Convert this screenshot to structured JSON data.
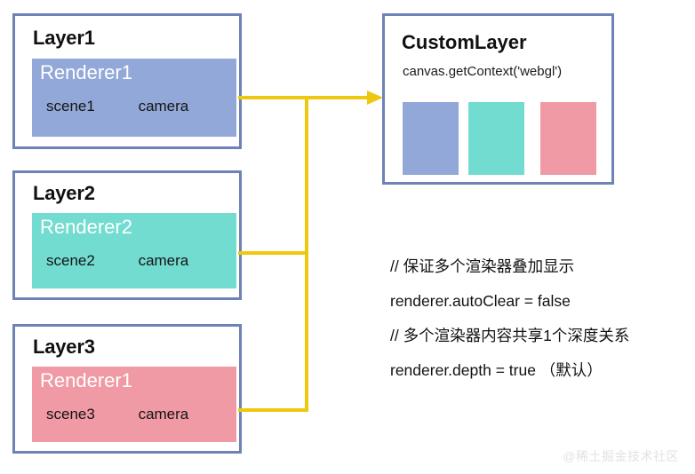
{
  "diagram": {
    "title": "Three.js multi-renderer layer composition diagram",
    "colors": {
      "box_border": "#6e82b8",
      "connector": "#eec80f",
      "renderer_blue": "#92a8d9",
      "renderer_teal": "#73dcd0",
      "renderer_pink": "#f09aa5",
      "text": "#111111",
      "watermark": "#e2e2e2"
    }
  },
  "layers": [
    {
      "title": "Layer1",
      "renderer": "Renderer1",
      "scene": "scene1",
      "camera": "camera",
      "color": "#92a8d9"
    },
    {
      "title": "Layer2",
      "renderer": "Renderer2",
      "scene": "scene2",
      "camera": "camera",
      "color": "#73dcd0"
    },
    {
      "title": "Layer3",
      "renderer": "Renderer1",
      "scene": "scene3",
      "camera": "camera",
      "color": "#f09aa5"
    }
  ],
  "custom_layer": {
    "title": "CustomLayer",
    "subtitle": "canvas.getContext('webgl')",
    "swatches": [
      {
        "name": "swatch-blue",
        "color": "#92a8d9"
      },
      {
        "name": "swatch-teal",
        "color": "#73dcd0"
      },
      {
        "name": "swatch-pink",
        "color": "#f09aa5"
      }
    ]
  },
  "annotation": {
    "lines": [
      "// 保证多个渲染器叠加显示",
      "renderer.autoClear = false",
      "// 多个渲染器内容共享1个深度关系",
      "renderer.depth  = true  （默认）"
    ]
  },
  "watermark": {
    "text": "@稀土掘金技术社区"
  }
}
